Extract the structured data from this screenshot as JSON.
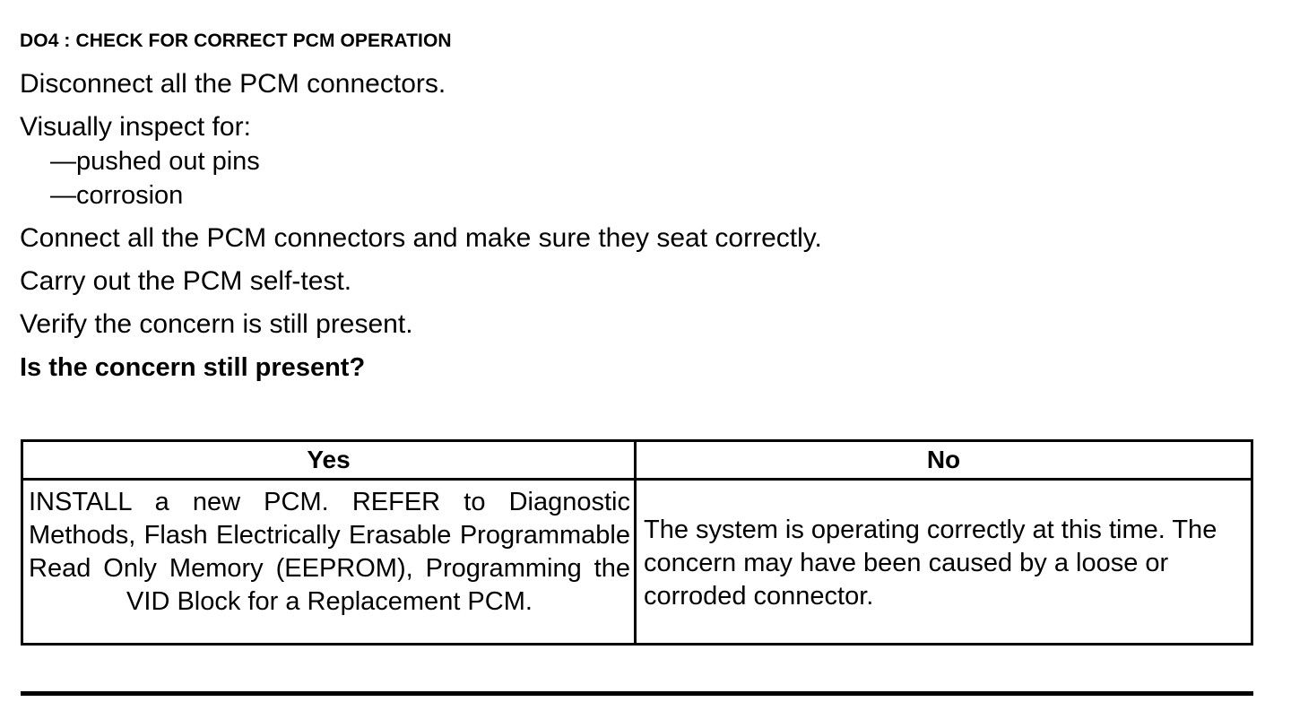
{
  "document": {
    "step_heading": "DO4 : CHECK FOR CORRECT PCM OPERATION",
    "instructions": [
      "Disconnect all the PCM connectors.",
      "Visually inspect for:",
      "—pushed out pins",
      "—corrosion",
      "Connect all the PCM connectors and make sure they seat correctly.",
      "Carry out the PCM self-test.",
      "Verify the concern is still present."
    ],
    "question": "Is the concern still present?"
  },
  "decision_table": {
    "headers": {
      "yes": "Yes",
      "no": "No"
    },
    "cells": {
      "yes": "INSTALL a new PCM. REFER to Diagnostic Methods, Flash Electrically Erasable Programmable Read Only Memory (EEPROM), Programming the VID Block for a Replacement PCM.",
      "no": "The system is operating correctly at this time. The concern may have been caused by a loose or corroded connector."
    }
  },
  "colors": {
    "text": "#000000",
    "background": "#ffffff",
    "rule": "#000000"
  }
}
